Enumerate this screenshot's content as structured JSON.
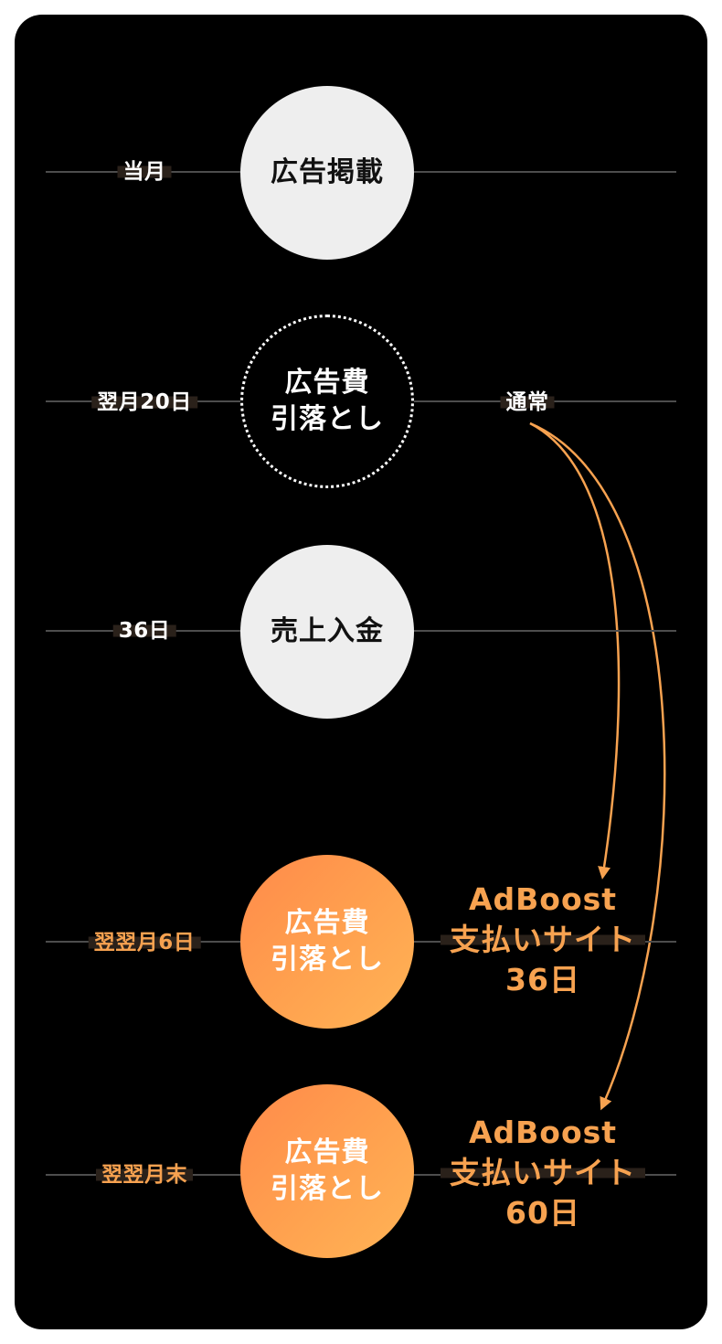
{
  "colors": {
    "accent": "#f7a250",
    "gradient_start": "#ff8a4a",
    "gradient_end": "#ffb456",
    "panel": "#000000",
    "circle_light": "#eeeeee",
    "line": "#4d4d4d"
  },
  "rows": [
    {
      "id": "row1",
      "left_label": "当月",
      "circle_lines": [
        "広告掲載"
      ],
      "circle_style": "solid",
      "label_color": "white"
    },
    {
      "id": "row2",
      "left_label": "翌月20日",
      "circle_lines": [
        "広告費",
        "引落とし"
      ],
      "circle_style": "dashed",
      "label_color": "white",
      "right_label": "通常"
    },
    {
      "id": "row3",
      "left_label": "36日",
      "circle_lines": [
        "売上入金"
      ],
      "circle_style": "solid",
      "label_color": "white"
    },
    {
      "id": "row4",
      "left_label": "翌翌月6日",
      "circle_lines": [
        "広告費",
        "引落とし"
      ],
      "circle_style": "gradient",
      "label_color": "orange",
      "right_lines": [
        "AdBoost",
        "支払いサイト",
        "36日"
      ]
    },
    {
      "id": "row5",
      "left_label": "翌翌月末",
      "circle_lines": [
        "広告費",
        "引落とし"
      ],
      "circle_style": "gradient",
      "label_color": "orange",
      "right_lines": [
        "AdBoost",
        "支払いサイト",
        "60日"
      ]
    }
  ]
}
